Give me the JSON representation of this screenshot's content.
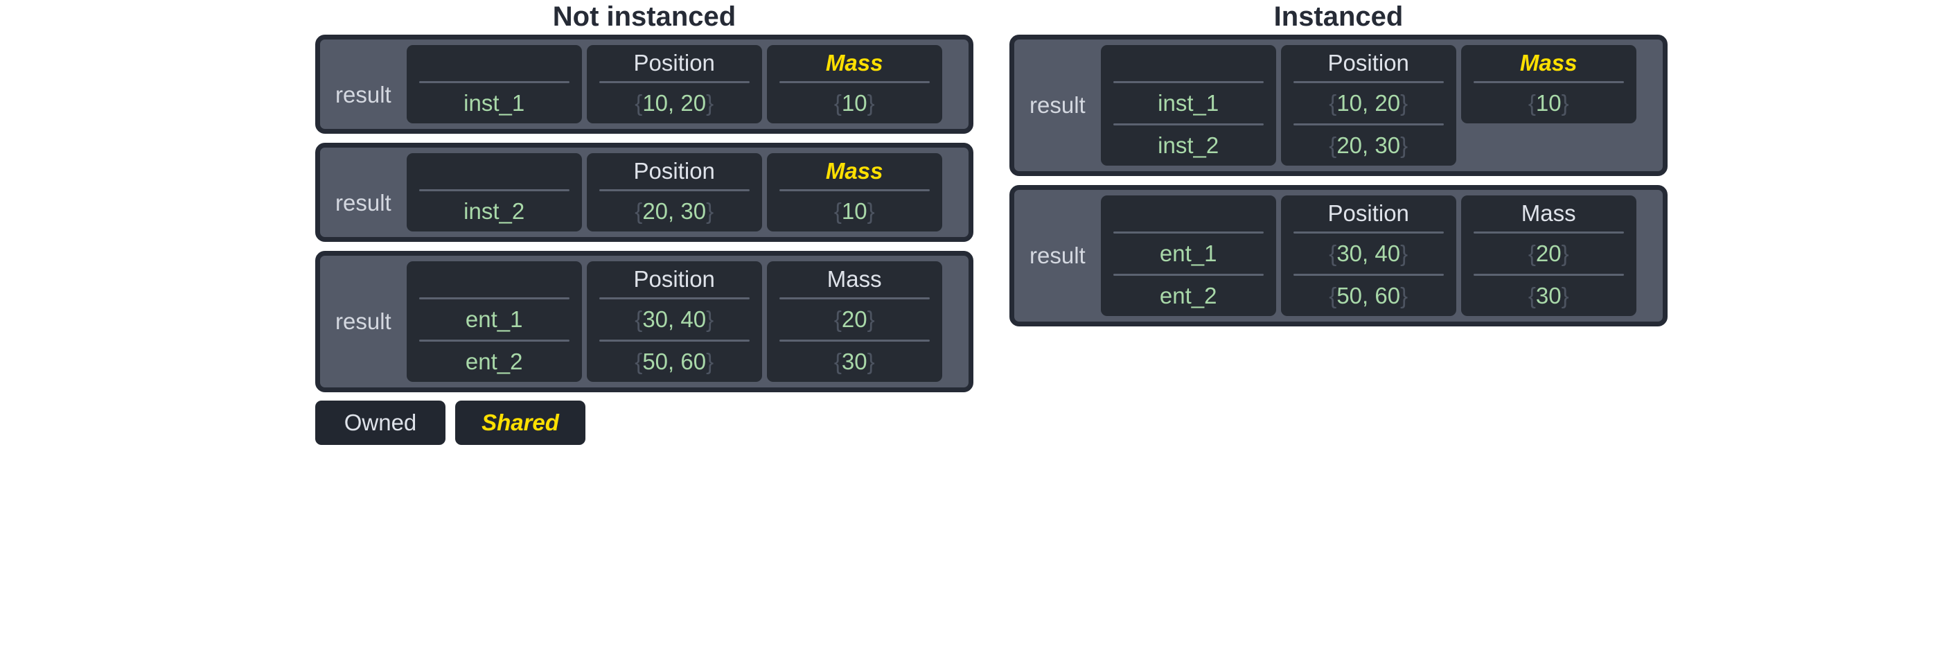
{
  "sections": [
    {
      "key": "not_instanced",
      "title": "Not instanced",
      "tables": [
        {
          "owner": "result",
          "owner_align": "bottom",
          "columns": [
            {
              "header": "",
              "shared": false,
              "rows": [
                "inst_1"
              ],
              "kind": "name"
            },
            {
              "header": "Position",
              "shared": false,
              "rows": [
                "{10, 20}"
              ],
              "kind": "pos"
            },
            {
              "header": "Mass",
              "shared": true,
              "rows": [
                "{10}"
              ],
              "kind": "mass"
            }
          ]
        },
        {
          "owner": "result",
          "owner_align": "bottom",
          "columns": [
            {
              "header": "",
              "shared": false,
              "rows": [
                "inst_2"
              ],
              "kind": "name"
            },
            {
              "header": "Position",
              "shared": false,
              "rows": [
                "{20, 30}"
              ],
              "kind": "pos"
            },
            {
              "header": "Mass",
              "shared": true,
              "rows": [
                "{10}"
              ],
              "kind": "mass"
            }
          ]
        },
        {
          "owner": "result",
          "owner_align": "middle",
          "columns": [
            {
              "header": "",
              "shared": false,
              "rows": [
                "ent_1",
                "ent_2"
              ],
              "kind": "name"
            },
            {
              "header": "Position",
              "shared": false,
              "rows": [
                "{30, 40}",
                "{50, 60}"
              ],
              "kind": "pos"
            },
            {
              "header": "Mass",
              "shared": false,
              "rows": [
                "{20}",
                "{30}"
              ],
              "kind": "mass"
            }
          ]
        }
      ]
    },
    {
      "key": "instanced",
      "title": "Instanced",
      "tables": [
        {
          "owner": "result",
          "owner_align": "middle",
          "columns": [
            {
              "header": "",
              "shared": false,
              "rows": [
                "inst_1",
                "inst_2"
              ],
              "kind": "name"
            },
            {
              "header": "Position",
              "shared": false,
              "rows": [
                "{10, 20}",
                "{20, 30}"
              ],
              "kind": "pos"
            },
            {
              "header": "Mass",
              "shared": true,
              "rows": [
                "{10}"
              ],
              "kind": "mass"
            }
          ]
        },
        {
          "owner": "result",
          "owner_align": "middle",
          "columns": [
            {
              "header": "",
              "shared": false,
              "rows": [
                "ent_1",
                "ent_2"
              ],
              "kind": "name"
            },
            {
              "header": "Position",
              "shared": false,
              "rows": [
                "{30, 40}",
                "{50, 60}"
              ],
              "kind": "pos"
            },
            {
              "header": "Mass",
              "shared": false,
              "rows": [
                "{20}",
                "{30}"
              ],
              "kind": "mass"
            }
          ]
        }
      ]
    }
  ],
  "legend": {
    "items": [
      {
        "label": "Owned",
        "shared": false
      },
      {
        "label": "Shared",
        "shared": true
      }
    ]
  },
  "colors": {
    "background": "#ffffff",
    "title_text": "#262b36",
    "panel": "#545a68",
    "panel_border": "#252a35",
    "cell": "#262b33",
    "header_text": "#dfe3ea",
    "shared_text": "#ffe000",
    "value_text": "#a9d9a9",
    "brace_text": "#4d5461",
    "rule": "#5b6270",
    "chip_background": "#222730"
  }
}
